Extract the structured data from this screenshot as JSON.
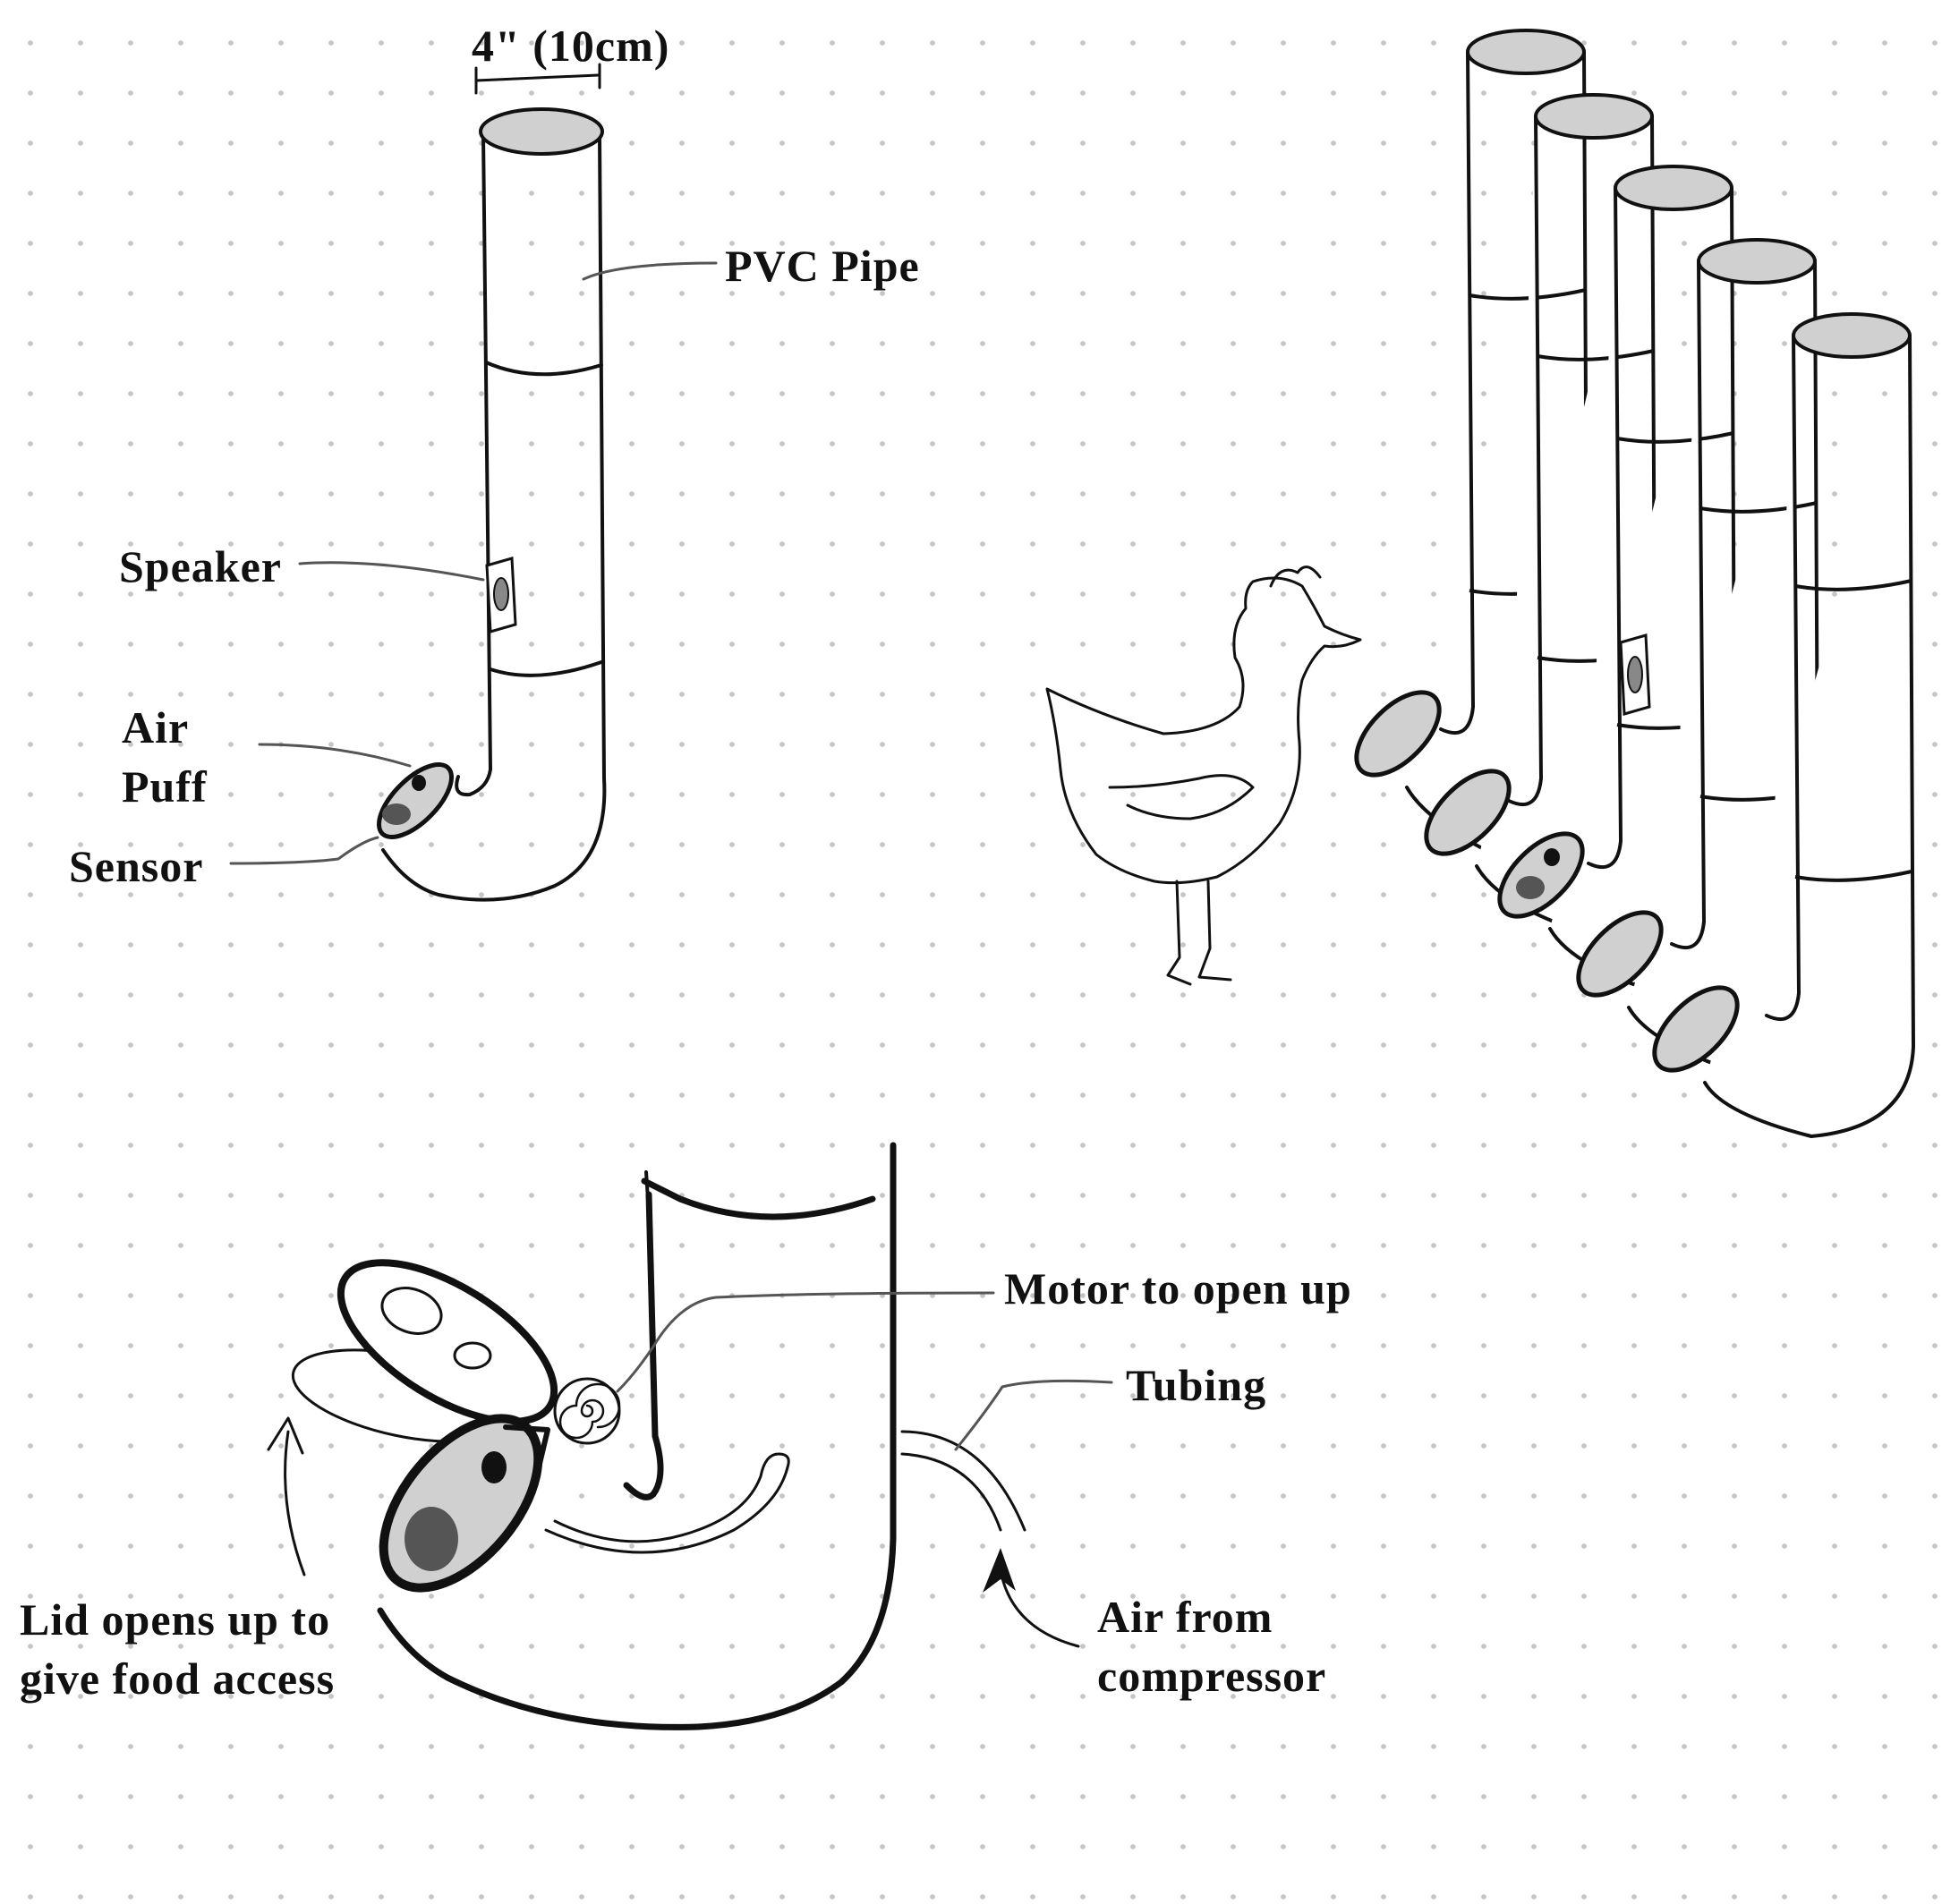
{
  "labels": {
    "width": "4\" (10cm)",
    "pvc_pipe": "PVC Pipe",
    "speaker": "Speaker",
    "air": "Air",
    "puff": "Puff",
    "sensor": "Sensor",
    "motor": "Motor to open up",
    "tubing": "Tubing",
    "lid_line1": "Lid opens up to",
    "lid_line2": "give food access",
    "air_from": "Air from",
    "compressor": "compressor"
  },
  "colors": {
    "ink": "#111111",
    "pipe_opening": "#d0d0d0",
    "sensor_dark": "#555555",
    "dot_grid": "#c4c4c4"
  }
}
